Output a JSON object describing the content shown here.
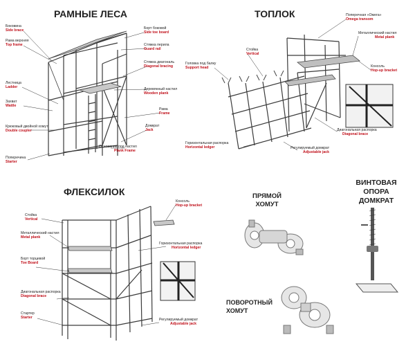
{
  "sections": {
    "frame": {
      "title": "РАМНЫЕ ЛЕСА",
      "labels": [
        {
          "id": "side-brace",
          "ru": "Боковина",
          "en": "Side brace"
        },
        {
          "id": "top-frame",
          "ru": "Рама верхняя",
          "en": "Top frame"
        },
        {
          "id": "ladder",
          "ru": "Лестница",
          "en": "Ladder"
        },
        {
          "id": "wattle",
          "ru": "Захват",
          "en": "Wattle"
        },
        {
          "id": "double-coupler",
          "ru": "Крюковый двойной хомут",
          "en": "Double coupler"
        },
        {
          "id": "starter",
          "ru": "Поперечина",
          "en": "Starter"
        },
        {
          "id": "side-toe-board",
          "ru": "Борт боковой",
          "en": "Side toe board"
        },
        {
          "id": "guard-rail",
          "ru": "Стяжка перила",
          "en": "Guard rail"
        },
        {
          "id": "diagonal-bracing",
          "ru": "Стяжка диагональ",
          "en": "Diagonal bracing"
        },
        {
          "id": "wooden-plank",
          "ru": "Деревянный настил",
          "en": "Wooden plank"
        },
        {
          "id": "frame",
          "ru": "Рама",
          "en": "Frame"
        },
        {
          "id": "jack",
          "ru": "Домкрат",
          "en": "Jack"
        },
        {
          "id": "plank-frame",
          "ru": "Основание под настил",
          "en": "Plank Frame"
        }
      ]
    },
    "cuplock": {
      "title": "ТОПЛОК",
      "labels": [
        {
          "id": "omega-transom",
          "ru": "Поперечная «Омега»",
          "en": "Omega transom"
        },
        {
          "id": "metal-plank",
          "ru": "Металлический настил",
          "en": "Metal plank"
        },
        {
          "id": "vertical",
          "ru": "Стойка",
          "en": "Vertical"
        },
        {
          "id": "support-head",
          "ru": "Головка под балку",
          "en": "Support head"
        },
        {
          "id": "hop-up-bracket",
          "ru": "Консоль",
          "en": "Hop-up bracket"
        },
        {
          "id": "diagonal-brace",
          "ru": "Диагональная распорка",
          "en": "Diagonal brace"
        },
        {
          "id": "horizontal-ledger",
          "ru": "Горизонтальная распорка",
          "en": "Horizontal ledger"
        },
        {
          "id": "adjustable-jack",
          "ru": "Регулируемый домкрат",
          "en": "Adjustable jack"
        }
      ]
    },
    "flexilock": {
      "title": "ФЛЕКСИЛОК",
      "labels": [
        {
          "id": "vertical",
          "ru": "Стойка",
          "en": "Vertical"
        },
        {
          "id": "metal-plank",
          "ru": "Металлический настил",
          "en": "Metal plank"
        },
        {
          "id": "toe-board",
          "ru": "Борт торцевой",
          "en": "Toe Board"
        },
        {
          "id": "diagonal-brace",
          "ru": "Диагональная распорка",
          "en": "Diagonal brace"
        },
        {
          "id": "starter",
          "ru": "Стартер",
          "en": "Starter"
        },
        {
          "id": "hop-up-bracket",
          "ru": "Консоль",
          "en": "Hop-up bracket"
        },
        {
          "id": "horizontal-ledger",
          "ru": "Горизонтальная распорка",
          "en": "Horizontal ledger"
        },
        {
          "id": "adjustable-jack",
          "ru": "Регулируемый домкрат",
          "en": "Adjustable jack"
        }
      ]
    },
    "parts": {
      "straight_clamp": "ПРЯМОЙ ХОМУТ",
      "swivel_clamp": "ПОВОРОТНЫЙ ХОМУТ",
      "screw_jack": "ВИНТОВАЯ ОПОРА ДОМКРАТ"
    }
  },
  "colors": {
    "label_red": "#c0101a",
    "line": "#3a3a3a",
    "metal": "#9aa3ad"
  }
}
